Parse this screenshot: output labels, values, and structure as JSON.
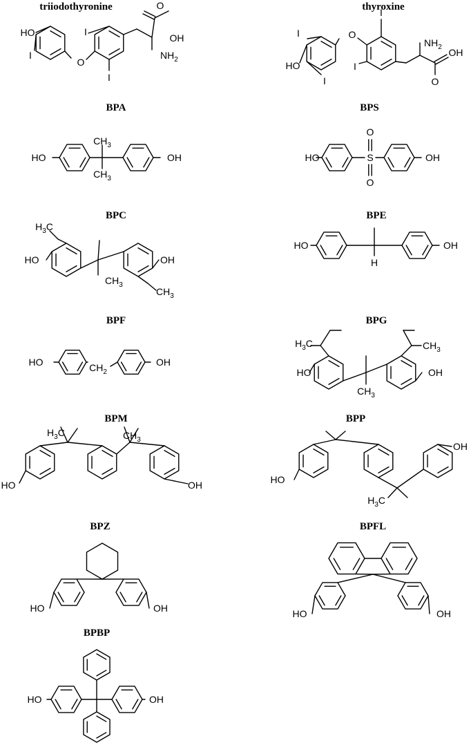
{
  "molecules": [
    {
      "id": "triiodothyronine",
      "title": "triiodothyronine"
    },
    {
      "id": "thyroxine",
      "title": "thyroxine"
    },
    {
      "id": "bpa",
      "title": "BPA"
    },
    {
      "id": "bps",
      "title": "BPS"
    },
    {
      "id": "bpc",
      "title": "BPC"
    },
    {
      "id": "bpe",
      "title": "BPE"
    },
    {
      "id": "bpf",
      "title": "BPF"
    },
    {
      "id": "bpg",
      "title": "BPG"
    },
    {
      "id": "bpm",
      "title": "BPM"
    },
    {
      "id": "bpp",
      "title": "BPP"
    },
    {
      "id": "bpz",
      "title": "BPZ"
    },
    {
      "id": "bpfl",
      "title": "BPFL"
    },
    {
      "id": "bpbp",
      "title": "BPBP"
    }
  ],
  "atoms": {
    "ho": "HO",
    "oh": "OH",
    "o": "O",
    "i": "I",
    "s": "S",
    "h": "H",
    "ch2": "CH2",
    "ch3": "CH3",
    "h3c": "H3C",
    "nh2": "NH2"
  }
}
